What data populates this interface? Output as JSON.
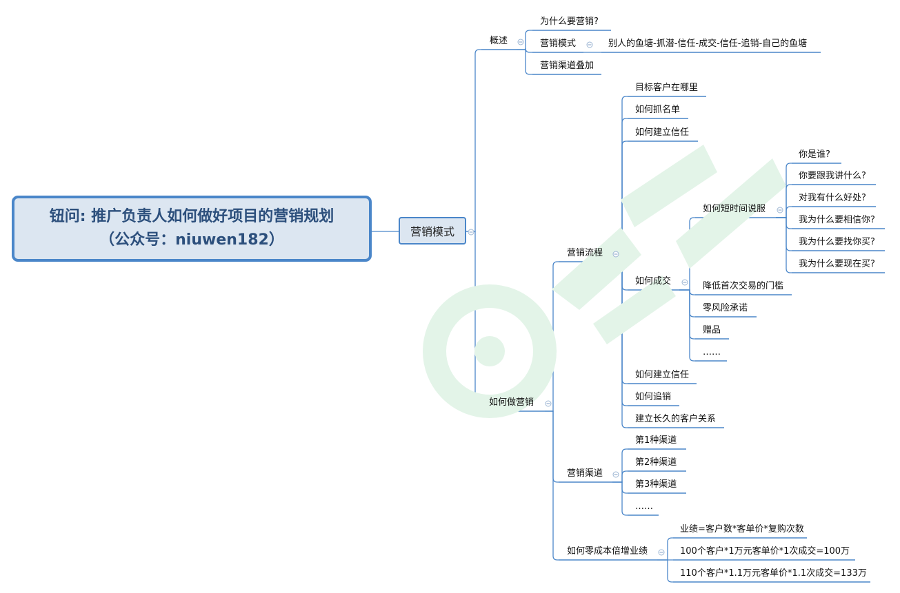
{
  "root": {
    "line1": "钮问: 推广负责人如何做好项目的营销规划",
    "line2": "（公众号：niuwen182）"
  },
  "center": "营销模式",
  "overview": {
    "label": "概述",
    "why": "为什么要营销?",
    "mode": "营销模式",
    "mode_detail": "别人的鱼塘-抓潜-信任-成交-信任-追销-自己的鱼塘",
    "channels": "营销渠道叠加"
  },
  "howto": {
    "label": "如何做营销",
    "process": {
      "label": "营销流程",
      "where": "目标客户在哪里",
      "capture": "如何抓名单",
      "trust": "如何建立信任",
      "deal": {
        "label": "如何成交",
        "persuade": {
          "label": "如何短时间说服",
          "q1": "你是谁?",
          "q2": "你要跟我讲什么?",
          "q3": "对我有什么好处?",
          "q4": "我为什么要相信你?",
          "q5": "我为什么要找你买?",
          "q6": "我为什么要现在买?"
        },
        "threshold": "降低首次交易的门槛",
        "zero_risk": "零风险承诺",
        "gift": "赠品",
        "more": "……"
      },
      "trust2": "如何建立信任",
      "upsell": "如何追销",
      "relation": "建立长久的客户关系"
    },
    "channels": {
      "label": "营销渠道",
      "c1": "第1种渠道",
      "c2": "第2种渠道",
      "c3": "第3种渠道",
      "more": "……"
    },
    "growth": {
      "label": "如何零成本倍增业绩",
      "formula": "业绩=客户数*客单价*复购次数",
      "ex1": "100个客户*1万元客单价*1次成交=100万",
      "ex2": "110个客户*1.1万元客单价*1.1次成交=133万"
    }
  },
  "colors": {
    "line": "#4a86c9",
    "box_fill": "#dce6f1",
    "root_text": "#2c4f7c",
    "watermark": "#e3f4e8"
  }
}
